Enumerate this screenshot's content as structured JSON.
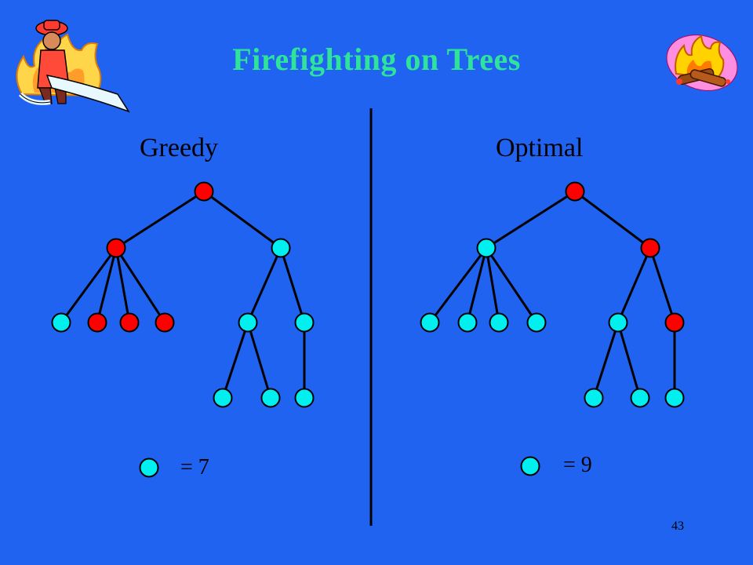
{
  "slide": {
    "title": "Firefighting on Trees",
    "page_number": "43"
  },
  "colors": {
    "background": "#1f63f0",
    "title": "#2fe39b",
    "burned": "#ff0000",
    "saved": "#00f0f0",
    "edge": "#000000"
  },
  "icons": {
    "left": "firefighter-icon",
    "right": "campfire-icon"
  },
  "panels": [
    {
      "heading": "Greedy",
      "count_label": "= 7",
      "tree": {
        "nodes": [
          {
            "id": "root",
            "state": "burned"
          },
          {
            "id": "a",
            "state": "burned"
          },
          {
            "id": "b",
            "state": "saved"
          },
          {
            "id": "a1",
            "state": "saved"
          },
          {
            "id": "a2",
            "state": "burned"
          },
          {
            "id": "a3",
            "state": "burned"
          },
          {
            "id": "a4",
            "state": "burned"
          },
          {
            "id": "b1",
            "state": "saved"
          },
          {
            "id": "b2",
            "state": "saved"
          },
          {
            "id": "b1a",
            "state": "saved"
          },
          {
            "id": "b1b",
            "state": "saved"
          },
          {
            "id": "b2a",
            "state": "saved"
          }
        ],
        "edges": [
          [
            "root",
            "a"
          ],
          [
            "root",
            "b"
          ],
          [
            "a",
            "a1"
          ],
          [
            "a",
            "a2"
          ],
          [
            "a",
            "a3"
          ],
          [
            "a",
            "a4"
          ],
          [
            "b",
            "b1"
          ],
          [
            "b",
            "b2"
          ],
          [
            "b1",
            "b1a"
          ],
          [
            "b1",
            "b1b"
          ],
          [
            "b2",
            "b2a"
          ]
        ]
      }
    },
    {
      "heading": "Optimal",
      "count_label": "= 9",
      "tree": {
        "nodes": [
          {
            "id": "root",
            "state": "burned"
          },
          {
            "id": "a",
            "state": "saved"
          },
          {
            "id": "b",
            "state": "burned"
          },
          {
            "id": "a1",
            "state": "saved"
          },
          {
            "id": "a2",
            "state": "saved"
          },
          {
            "id": "a3",
            "state": "saved"
          },
          {
            "id": "a4",
            "state": "saved"
          },
          {
            "id": "b1",
            "state": "saved"
          },
          {
            "id": "b2",
            "state": "burned"
          },
          {
            "id": "b1a",
            "state": "saved"
          },
          {
            "id": "b1b",
            "state": "saved"
          },
          {
            "id": "b2a",
            "state": "saved"
          }
        ],
        "edges": [
          [
            "root",
            "a"
          ],
          [
            "root",
            "b"
          ],
          [
            "a",
            "a1"
          ],
          [
            "a",
            "a2"
          ],
          [
            "a",
            "a3"
          ],
          [
            "a",
            "a4"
          ],
          [
            "b",
            "b1"
          ],
          [
            "b",
            "b2"
          ],
          [
            "b1",
            "b1a"
          ],
          [
            "b1",
            "b1b"
          ],
          [
            "b2",
            "b2a"
          ]
        ]
      }
    }
  ]
}
